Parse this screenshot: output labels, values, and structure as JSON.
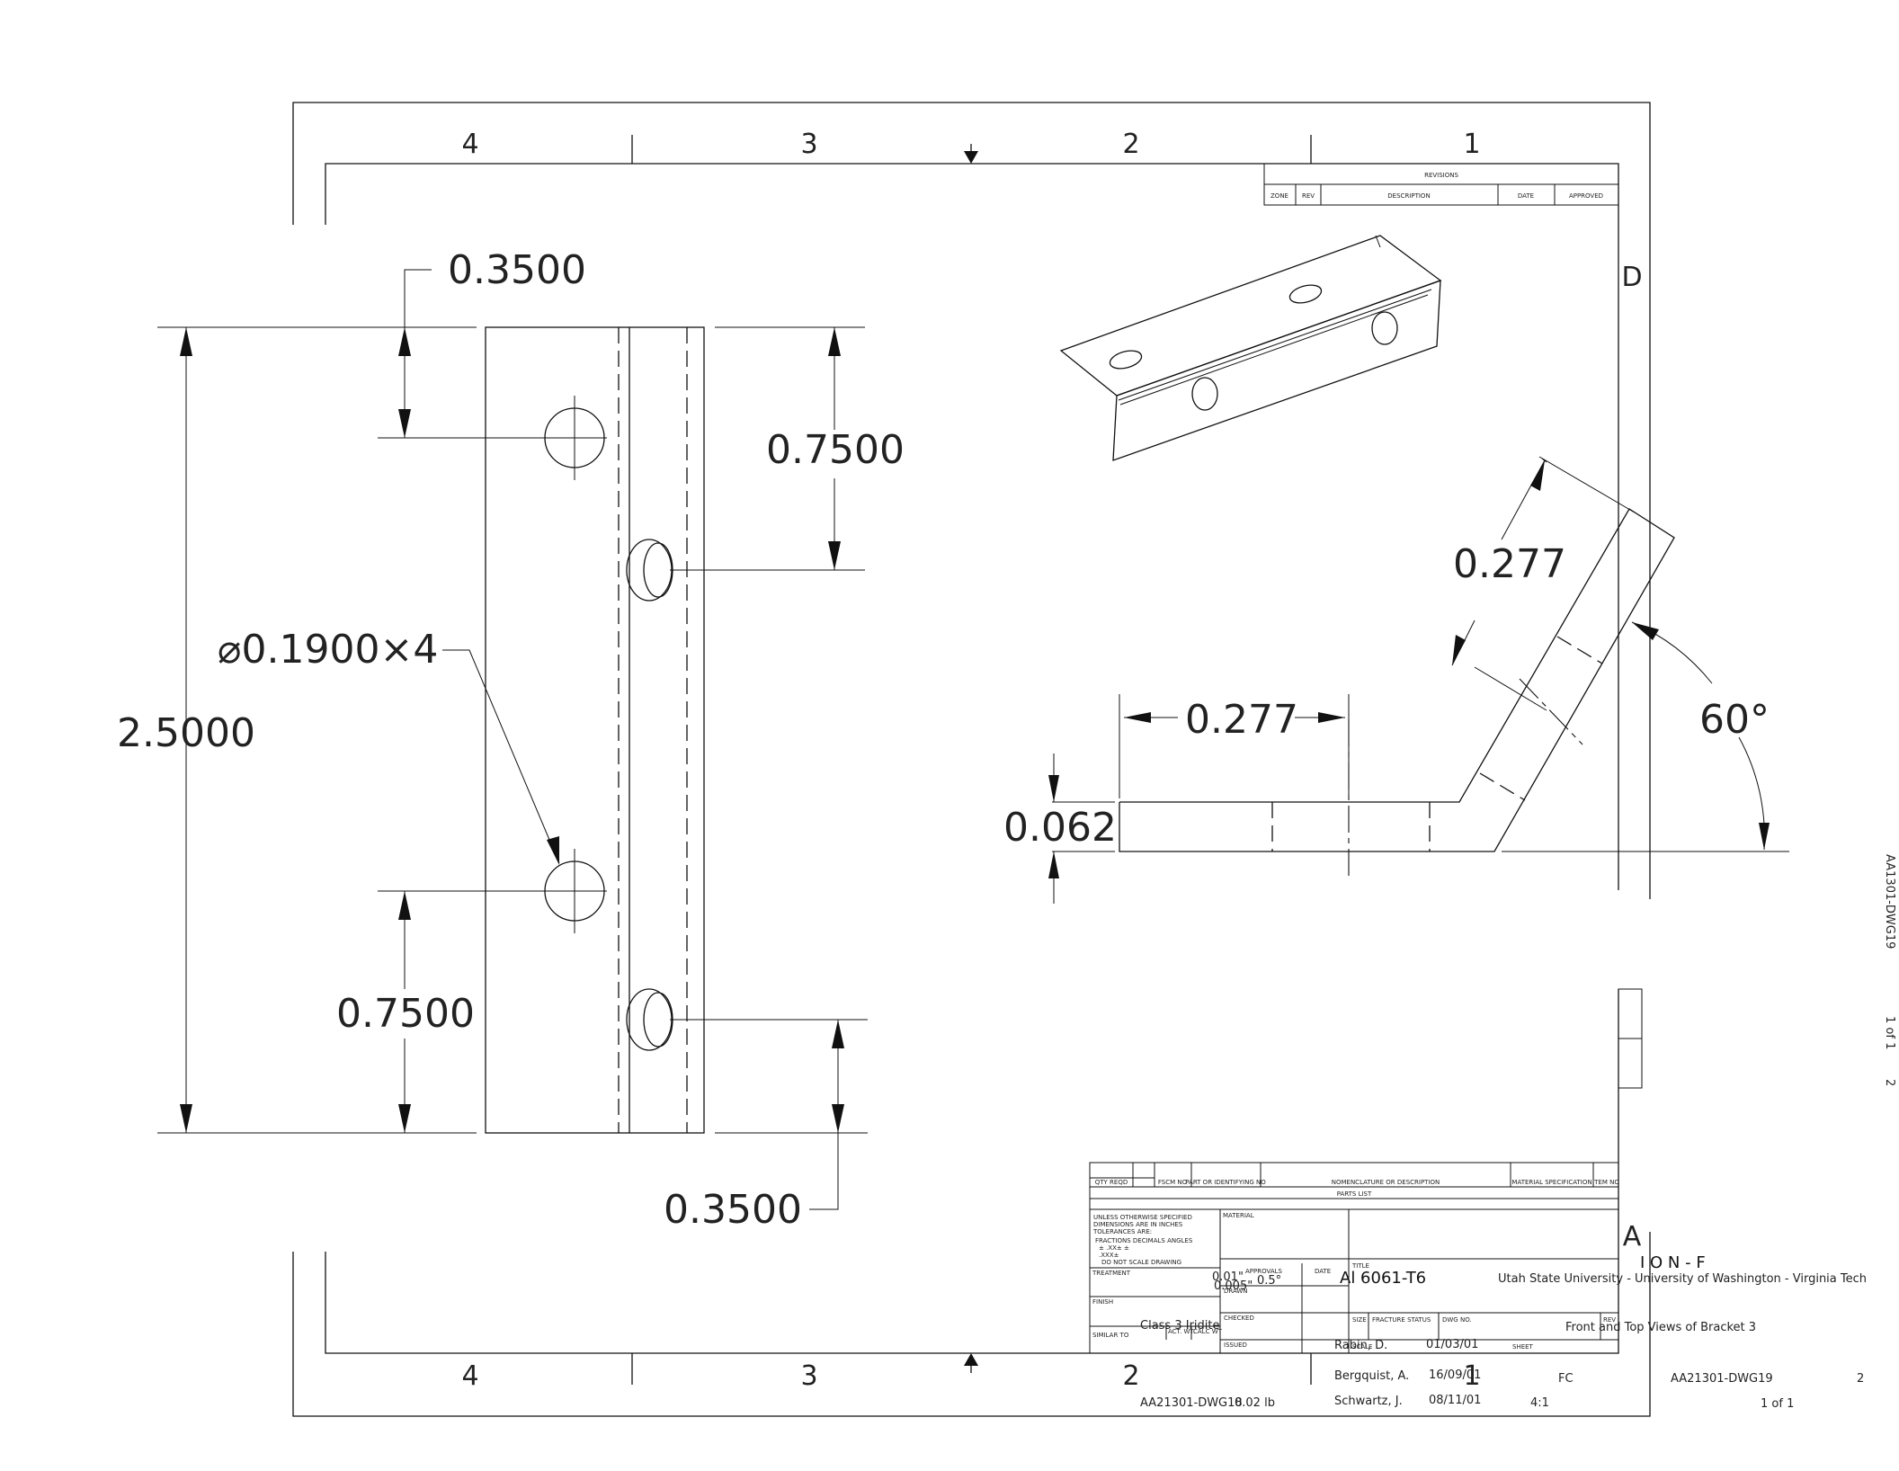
{
  "border": {
    "zones_top": [
      "4",
      "3",
      "2",
      "1"
    ],
    "zones_bottom": [
      "4",
      "3",
      "2",
      "1"
    ],
    "zone_right_top": "D",
    "zone_right_bottom": "A"
  },
  "revisions": {
    "title": "REVISIONS",
    "headers": [
      "ZONE",
      "REV",
      "DESCRIPTION",
      "DATE",
      "APPROVED"
    ]
  },
  "front_view": {
    "dim_top_hole": "0.3500",
    "dim_slot_spacing_top": "0.7500",
    "dim_hole_callout": "⌀0.1900×4",
    "dim_overall_length": "2.5000",
    "dim_bottom_hole": "0.7500",
    "dim_bottom_slot": "0.3500"
  },
  "side_view": {
    "dim_flange_thickness": "0.277",
    "dim_base_length": "0.277",
    "dim_thickness": "0.062",
    "dim_angle": "60°"
  },
  "side_strip": {
    "dwg": "AA1301-DWG19",
    "sheet": "1 of 1",
    "rev": "2"
  },
  "title_block": {
    "parts_list_headers": [
      "QTY REQD",
      "FSCM NO",
      "PART OR IDENTIFYING NO",
      "NOMENCLATURE OR DESCRIPTION",
      "MATERIAL SPECIFICATION",
      "ITEM NO"
    ],
    "parts_list_label": "PARTS LIST",
    "notes_lines": [
      "UNLESS OTHERWISE SPECIFIED",
      "DIMENSIONS ARE IN INCHES",
      "TOLERANCES ARE:",
      "FRACTIONS  DECIMALS  ANGLES",
      "±        .XX±       ±",
      "         .XXX±",
      "DO NOT SCALE DRAWING"
    ],
    "material_label": "MATERIAL",
    "treatment_label": "TREATMENT",
    "finish_label": "FINISH",
    "similar_to_label": "SIMILAR TO",
    "act_wt_label": "ACT. WT.",
    "calc_wt_label": "CALC WT",
    "approvals_label": "APPROVALS",
    "date_label": "DATE",
    "drawn_label": "DRAWN",
    "checked_label": "CHECKED",
    "issued_label": "ISSUED",
    "title_label": "TITLE",
    "size_label": "SIZE",
    "fracture_label": "FRACTURE STATUS",
    "dwg_no_label": "DWG NO.",
    "rev_label": "REV",
    "scale_label": "SCALE",
    "sheet_label": "SHEET",
    "tolerance_1": "0.01\"",
    "tolerance_2": "0.5°",
    "tolerance_3": "0.005\"",
    "material_value": "Al 6061-T6",
    "org": "Utah State University - University of Washington - Virginia Tech",
    "ion": "I O N - F",
    "finish_value": "Class 3 Iridite",
    "drawing_title": "Front and Top Views of Bracket 3",
    "drawn_by": "Rabin, D.",
    "drawn_date": "01/03/01",
    "checked_by": "Bergquist, A.",
    "checked_date": "16/09/01",
    "issued_by": "Schwartz, J.",
    "issued_date": "08/11/01",
    "similar_to": "AA21301-DWG18",
    "weight": "0.02 lb",
    "size": "FC",
    "dwg_no": "AA21301-DWG19",
    "rev": "2",
    "scale": "4:1",
    "sheet": "1 of 1"
  }
}
